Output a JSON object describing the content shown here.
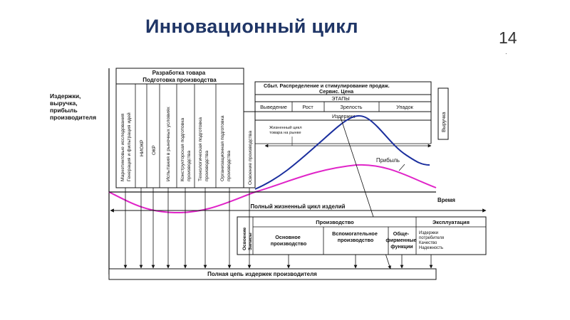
{
  "title": "Инновационный цикл",
  "page": {
    "number": "14",
    "dot": "."
  },
  "diagram": {
    "y_axis_label": [
      "Издержки,",
      "выручка,",
      "прибыль",
      "производителя"
    ],
    "header_left": [
      "Разработка товара",
      "Подготовка производства"
    ],
    "vertical_labels": [
      [
        "Маркетинговые исследования",
        "Генерация и фильтрация идей"
      ],
      [
        "НИОКР"
      ],
      [
        "ОКР"
      ],
      [
        "Испытания в рыночных условиях"
      ],
      [
        "Конструкторская подготовка",
        "производства"
      ],
      [
        "Технологическая подготовка",
        "производства"
      ],
      [
        "Организационная подготовка",
        "производства"
      ],
      [
        "Освоение производства"
      ]
    ],
    "header_right": [
      "Сбыт. Распределение и стимулирование продаж.",
      "Сервис. Цена"
    ],
    "stages_header": "ЭТАПЫ",
    "stages": [
      "Выведение",
      "Рост",
      "Зрелость",
      "Упадок"
    ],
    "costs_label": "Издержки",
    "revenue_label": "Выручка",
    "product_life_label": [
      "Жизненный цикл",
      "товара на рынке"
    ],
    "profit_label": "Прибыль",
    "time_label": "Время",
    "full_life_label": "Полный жизненный цикл изделий",
    "mastery_label": [
      "Освоение",
      "Запасы"
    ],
    "production_label": "Производство",
    "exploitation_label": "Эксплуатация",
    "production_cells": [
      [
        "Основное",
        "производство"
      ],
      [
        "Вспомогательное",
        "производство"
      ],
      [
        "Обще-",
        "фирменные",
        "функции"
      ]
    ],
    "exploitation_cells": [
      "Издержки",
      "потребителя",
      "Качество",
      "Надежность"
    ],
    "total_costs_label": "Полная цепь издержек производителя",
    "colors": {
      "revenue": "#1b2f9e",
      "profit": "#e024c8",
      "title": "#1f3566"
    }
  }
}
